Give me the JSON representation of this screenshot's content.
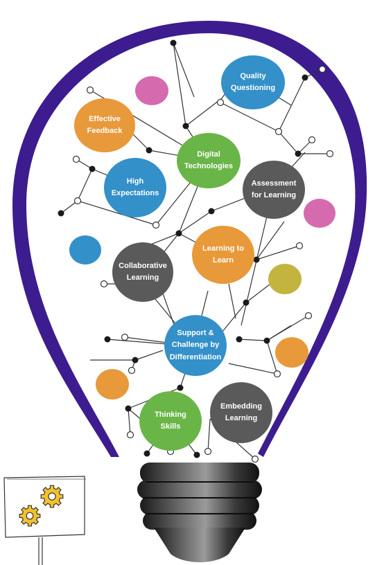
{
  "colors": {
    "bulb_outline": "#3d1c8f",
    "blue": "#3390c9",
    "orange": "#e8993a",
    "green": "#6ab548",
    "gray": "#5a5a5a",
    "pink": "#d66aaf",
    "olive": "#c2b43e",
    "line": "#333333",
    "gear": "#f2c12e"
  },
  "nodes": {
    "quality_questioning": {
      "line1": "Quality",
      "line2": "Questioning"
    },
    "effective_feedback": {
      "line1": "Effective",
      "line2": "Feedback"
    },
    "digital_technologies": {
      "line1": "Digital",
      "line2": "Technologies"
    },
    "high_expectations": {
      "line1": "High",
      "line2": "Expectations"
    },
    "assessment_for_learning": {
      "line1": "Assessment",
      "line2": "for Learning"
    },
    "learning_to_learn": {
      "line1": "Learning to",
      "line2": "Learn"
    },
    "collaborative_learning": {
      "line1": "Collaborative",
      "line2": "Learning"
    },
    "support_challenge": {
      "line1": "Support &",
      "line2": "Challenge by",
      "line3": "Differentiation"
    },
    "thinking_skills": {
      "line1": "Thinking",
      "line2": "Skills"
    },
    "embedding_learning": {
      "line1": "Embedding",
      "line2": "Learning"
    }
  },
  "icons": {
    "gears": "gears-icon",
    "bulb_base": "bulb-base-icon",
    "sign_board": "sign-board-icon"
  }
}
